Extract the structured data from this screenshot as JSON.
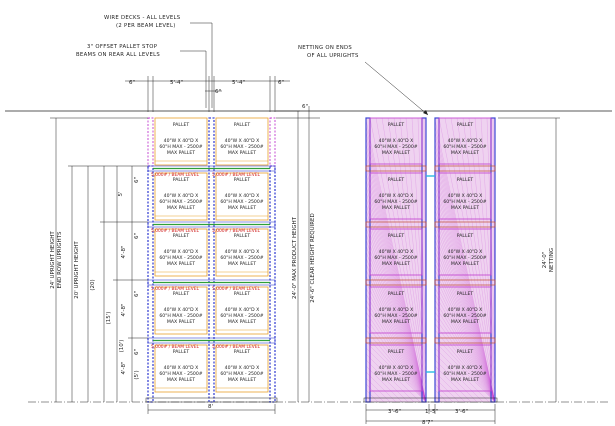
{
  "notes": {
    "wire_decks": [
      "WIRE DECKS - ALL LEVELS",
      "(2 PER BEAM LEVEL)"
    ],
    "pallet_stop": [
      "3\" OFFSET PALLET STOP",
      "BEAMS ON REAR ALL LEVELS"
    ],
    "netting": [
      "NETTING ON ENDS",
      "OF ALL UPRIGHTS"
    ]
  },
  "front_elevation": {
    "top_dims": [
      "6\"",
      "5'-4\"",
      "5'-4\"",
      "6\""
    ],
    "center_dim": "6\"",
    "bottom_dim": "8'",
    "levels": [
      {
        "beam_label": "",
        "pallets": [
          {
            "title": "PALLET",
            "spec": [
              "40\"W X 40\"D X",
              "60\"H MAX - 2500#",
              "MAX PALLET"
            ]
          },
          {
            "title": "PALLET",
            "spec": [
              "40\"W X 40\"D X",
              "60\"H MAX - 2500#",
              "MAX PALLET"
            ]
          }
        ]
      },
      {
        "beam_label": "5,000# / BEAM LEVEL",
        "pallets": [
          {
            "title": "PALLET",
            "spec": [
              "40\"W X 40\"D X",
              "60\"H MAX - 2500#",
              "MAX PALLET"
            ]
          },
          {
            "title": "PALLET",
            "spec": [
              "40\"W X 40\"D X",
              "60\"H MAX - 2500#",
              "MAX PALLET"
            ]
          }
        ]
      },
      {
        "beam_label": "5,000# / BEAM LEVEL",
        "pallets": [
          {
            "title": "PALLET",
            "spec": [
              "40\"W X 40\"D X",
              "60\"H MAX - 2500#",
              "MAX PALLET"
            ]
          },
          {
            "title": "PALLET",
            "spec": [
              "40\"W X 40\"D X",
              "60\"H MAX - 2500#",
              "MAX PALLET"
            ]
          }
        ]
      },
      {
        "beam_label": "5,000# / BEAM LEVEL",
        "pallets": [
          {
            "title": "PALLET",
            "spec": [
              "40\"W X 40\"D X",
              "60\"H MAX - 2500#",
              "MAX PALLET"
            ]
          },
          {
            "title": "PALLET",
            "spec": [
              "40\"W X 40\"D X",
              "60\"H MAX - 2500#",
              "MAX PALLET"
            ]
          }
        ]
      },
      {
        "beam_label": "5,000# / BEAM LEVEL",
        "pallets": [
          {
            "title": "PALLET",
            "spec": [
              "40\"W X 40\"D X",
              "60\"H MAX - 2500#",
              "MAX PALLET"
            ]
          },
          {
            "title": "PALLET",
            "spec": [
              "40\"W X 40\"D X",
              "60\"H MAX - 2500#",
              "MAX PALLET"
            ]
          }
        ]
      }
    ],
    "left_dims": {
      "upright": [
        "24' UPRIGHT HEIGHT",
        "END ROW UPRIGHTS"
      ],
      "col2": "20' UPRIGHT HEIGHT",
      "col3": "(20)",
      "col4": "(15')",
      "col5": "(10')",
      "col6": "(5')",
      "level_dims": [
        "5'",
        "4'-8\"",
        "4'-8\"",
        "4'-8\""
      ],
      "small_dims": [
        "6\"",
        "6\"",
        "6\"",
        "6\""
      ]
    },
    "right_dims": {
      "product_height": [
        "24'-0\" MAX PRODUCT HEIGHT",
        "24'-6\" CLEAR HEIGHT REQUIRED"
      ],
      "small": "6\""
    }
  },
  "side_elevation": {
    "pallet": {
      "title": "PALLET",
      "spec": [
        "40\"W X 40\"D X",
        "60\"H MAX - 2500#",
        "MAX PALLET"
      ]
    },
    "rows": 5,
    "cols": 2,
    "bottom_dims": [
      "3'-6\"",
      "1'-5\"",
      "3'-6\""
    ],
    "overall_dim": "8'7\"",
    "height_dim": [
      "24'-0\"",
      "NETTING"
    ]
  },
  "colors": {
    "upright_blue": "#3c46d4",
    "pallet_orange": "#e8a12a",
    "beam_green": "#2f9e3a",
    "beam_label_red": "#d02020",
    "netting_magenta": "#c03ccf",
    "netting_fill": "#efd2f0",
    "row_spacer_cyan": "#2ab9e0"
  }
}
